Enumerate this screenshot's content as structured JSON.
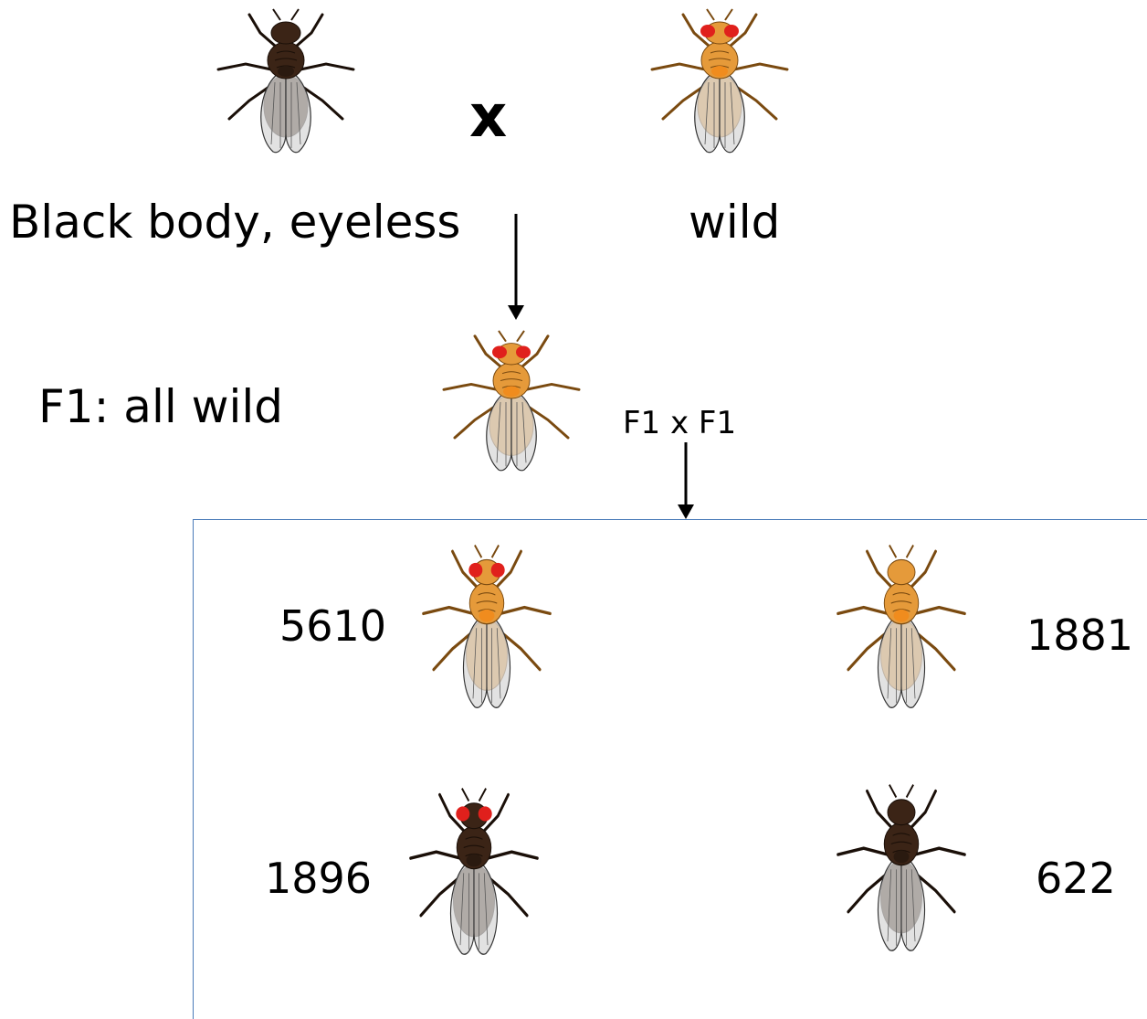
{
  "cross_symbol": "x",
  "parents": {
    "left_label": "Black body, eyeless",
    "right_label": "wild"
  },
  "f1": {
    "label": "F1: all wild",
    "cross_label": "F1 x F1"
  },
  "f2": {
    "counts": [
      "5610",
      "1881",
      "1896",
      "622"
    ]
  },
  "colors": {
    "wild_body": "#e59a3a",
    "wild_dark": "#7a4a10",
    "black_body": "#3b2416",
    "black_dark": "#1a0f08",
    "red_eye": "#e0201c",
    "wing_fill": "#d8d8d8",
    "box_border": "#4a7ab8"
  }
}
